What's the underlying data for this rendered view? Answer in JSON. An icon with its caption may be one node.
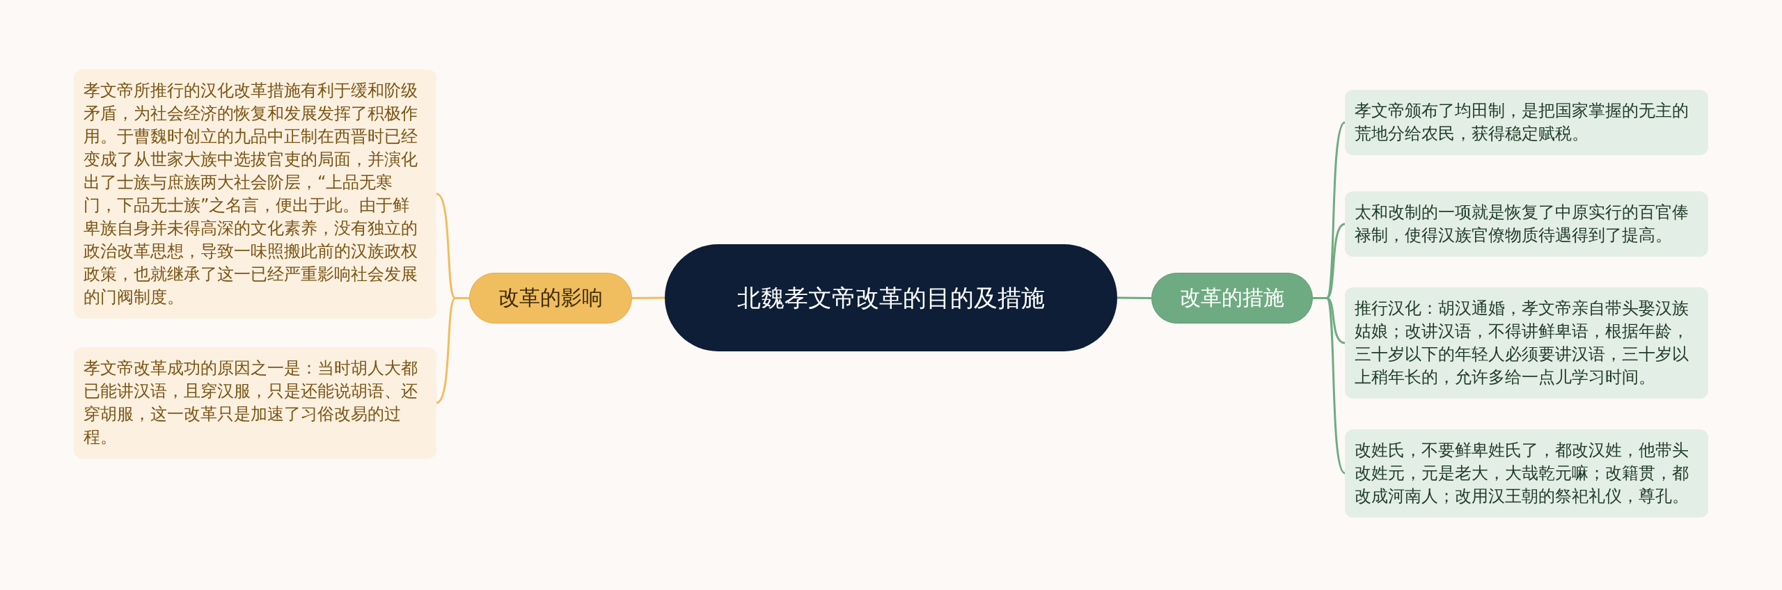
{
  "diagram": {
    "nodes": [
      {
        "text": [
          "北魏孝文帝改革的目的及措施"
        ]
      },
      {
        "text": [
          "改革的影响"
        ]
      },
      {
        "text": [
          "孝文帝所推行的汉化改革措施有利于缓和阶级矛盾，为社会经济的恢复和发展发挥了积极作用。于曹魏时创立的九品中正制在西晋时已经变成了从世家大族中选拔官吏的局面，并演化出了士族与庶族两大社会阶层，“上品无寒门，下品无士族”之名言，便出于此。由于鲜卑族自身并未得高深的文化素养，没有独立的政治改革思想，导致一味照搬此前的汉族政权政策，也就继承了这一已经严重影响社会发展的门阀制度。"
        ]
      },
      {
        "text": [
          "孝文帝改革成功的原因之一是：当时胡人大都已能讲汉语，且穿汉服，只是还能说胡语、还穿胡服，这一改革只是加速了习俗改易的过程。"
        ]
      },
      {
        "text": [
          "改革的措施"
        ]
      },
      {
        "text": [
          "孝文帝颁布了均田制，是把国家掌握的无主的荒地分给农民，获得稳定赋税。"
        ]
      },
      {
        "text": [
          "太和改制的一项就是恢复了中原实行的百官俸禄制，使得汉族官僚物质待遇得到了提高。"
        ]
      },
      {
        "text": [
          "推行汉化：胡汉通婚，孝文帝亲自带头娶汉族姑娘；改讲汉语，不得讲鲜卑语，根据年龄，三十岁以下的年轻人必须要讲汉语，三十岁以上稍年长的，允许多给一点儿学习时间。"
        ]
      },
      {
        "text": [
          "改姓氏，不要鲜卑姓氏了，都改汉姓，他带头改姓元，元是老大，大哉乾元嘛；改籍贯，都改成河南人；改用汉王朝的祭祀礼仪，尊孔。"
        ]
      }
    ],
    "edges": [
      {
        "from": 0,
        "to": 1,
        "arrow": "none",
        "color": "#f0bd5f"
      },
      {
        "from": 1,
        "to": 2,
        "arrow": "none",
        "color": "#f0bd5f"
      },
      {
        "from": 1,
        "to": 3,
        "arrow": "none",
        "color": "#f0bd5f"
      },
      {
        "from": 0,
        "to": 4,
        "arrow": "none"
      },
      {
        "from": 4,
        "to": 5,
        "arrow": "none"
      },
      {
        "from": 4,
        "to": 6,
        "arrow": "none"
      },
      {
        "from": 4,
        "to": 7,
        "arrow": "none"
      },
      {
        "from": 4,
        "to": 8,
        "arrow": "none"
      }
    ]
  }
}
